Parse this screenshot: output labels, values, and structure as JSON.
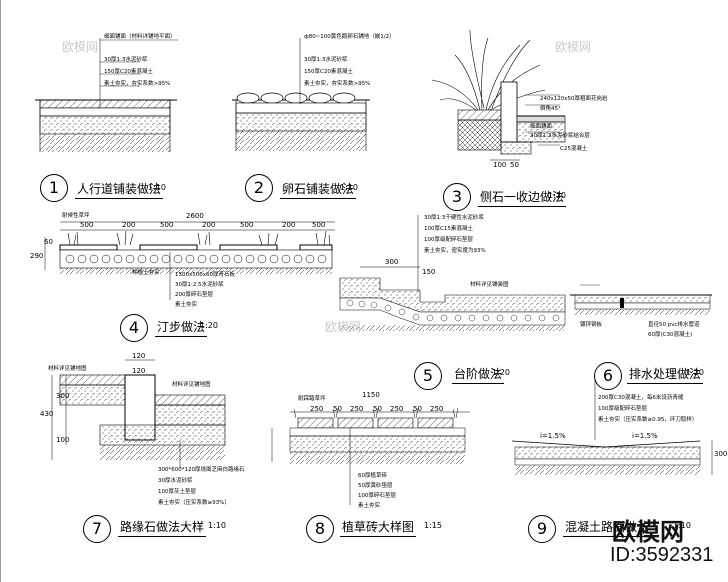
{
  "details": [
    {
      "num": "1",
      "title": "人行道铺装做法",
      "scale": "1:10",
      "labels": [
        "细面铺面（材料详铺地平面）",
        "30厚1:3水泥砂浆",
        "150厚C20素混凝土",
        "素土夯实，夯实系数>95%"
      ]
    },
    {
      "num": "2",
      "title": "卵石铺装做法",
      "scale": "1:10",
      "labels": [
        "ф80~100黄色鹅卵石铺地（嵌1/2）",
        "30厚1:3水泥砂浆",
        "150厚C20素混凝土",
        "素土夯实，夯实系数>95%"
      ]
    },
    {
      "num": "3",
      "title": "侧石一收边做法",
      "scale": "1:10",
      "labels": [
        "240x120x50厚粗面花岗岩",
        "倒角45°",
        "细面铺面",
        "30厚1:3水泥砂浆结合层",
        "C25混凝土"
      ],
      "dims": [
        "100",
        "50"
      ]
    },
    {
      "num": "4",
      "title": "汀步做法",
      "scale": "1:20",
      "labels": [
        "耐候性草坪",
        "种植土夯实",
        "1500x500x60厚青石板",
        "30厚1:2.5水泥砂浆",
        "200厚碎石垫层",
        "素土夯实"
      ],
      "dims": [
        "2600",
        "500",
        "200",
        "500",
        "200",
        "500",
        "200",
        "500",
        "60",
        "290"
      ]
    },
    {
      "num": "5",
      "title": "台阶做法",
      "scale": "1:20",
      "labels": [
        "30厚1:3干硬性水泥砂浆",
        "100厚C15素混凝土",
        "100厚级配碎石垫层",
        "素土夯实，密实度为93%",
        "材料详见铺装图"
      ],
      "dims": [
        "300",
        "150"
      ]
    },
    {
      "num": "6",
      "title": "排水处理做法",
      "scale": "1:20",
      "labels": [
        "镀锌钢板",
        "直径50 pvc排水管道",
        "60厚(C30混凝土)"
      ]
    },
    {
      "num": "7",
      "title": "路缘石做法大样",
      "scale": "1:10",
      "labels": [
        "材料详见铺地图",
        "材料详见铺地图",
        "300*600*120厚烧面芝麻白路缘石",
        "30厚水泥砂浆",
        "100厚灰土垫层",
        "素土夯实（压实系数≥93%）"
      ],
      "dims": [
        "120",
        "120",
        "300",
        "430",
        "100"
      ]
    },
    {
      "num": "8",
      "title": "植草砖大样图",
      "scale": "1:15",
      "labels": [
        "耐踩踏草坪",
        "60厚植草砖",
        "50厚黄砂垫层",
        "100厚碎石垫层",
        "素土夯实"
      ],
      "dims": [
        "1150",
        "250",
        "50",
        "250",
        "50",
        "250",
        "50",
        "250"
      ]
    },
    {
      "num": "9",
      "title": "混凝土路面做法",
      "scale": "1:10",
      "labels": [
        "200厚C30混凝土，每6米设沥青缝",
        "100厚级配碎石垫层",
        "素土夯实（压实系数≥0.95，环刀取样）"
      ],
      "dims": [
        "i=1.5%",
        "i=1.5%",
        "300"
      ]
    }
  ],
  "watermark": {
    "brand": "欧模网",
    "id": "ID:3592331",
    "faint": "欧模网"
  }
}
